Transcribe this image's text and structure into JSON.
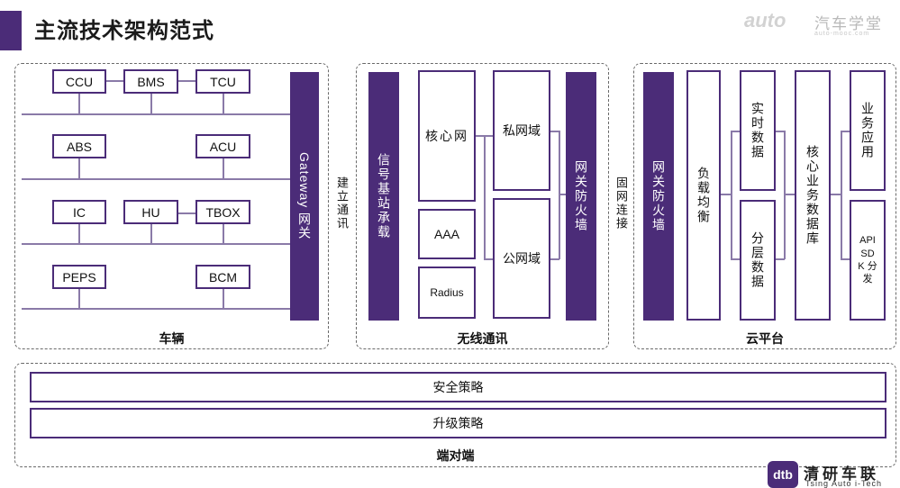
{
  "title": "主流技术架构范式",
  "logo_top": {
    "mark": "auto",
    "name": "汽车学堂",
    "sub": "auto-mooc.com"
  },
  "vehicle": {
    "label": "车辆",
    "ecus": [
      "CCU",
      "BMS",
      "TCU",
      "ABS",
      "ACU",
      "IC",
      "HU",
      "TBOX",
      "PEPS",
      "BCM"
    ],
    "gateway": "Gateway 网关"
  },
  "link1": "建立通讯",
  "wireless": {
    "label": "无线通讯",
    "base_station": "信号基站承载",
    "core": "核心网",
    "aaa": "AAA",
    "radius": "Radius",
    "private_domain": "私网域",
    "public_domain": "公网域",
    "firewall": "网关防火墙"
  },
  "link2": "固网连接",
  "cloud": {
    "label": "云平台",
    "firewall": "网关防火墙",
    "load_balance": "负载均衡",
    "realtime": "实时数据",
    "layered": "分层数据",
    "core_db": "核心业务数据库",
    "biz_app": "业务应用",
    "api_sdk": "API SDK 分发"
  },
  "e2e": {
    "label": "端对端",
    "security": "安全策略",
    "upgrade": "升级策略"
  },
  "logo_bottom": {
    "mark": "dtb",
    "name": "清研车联",
    "sub": "Tsing Auto i-Tech"
  },
  "colors": {
    "accent": "#4b2c78",
    "line": "#8a7aa8"
  }
}
